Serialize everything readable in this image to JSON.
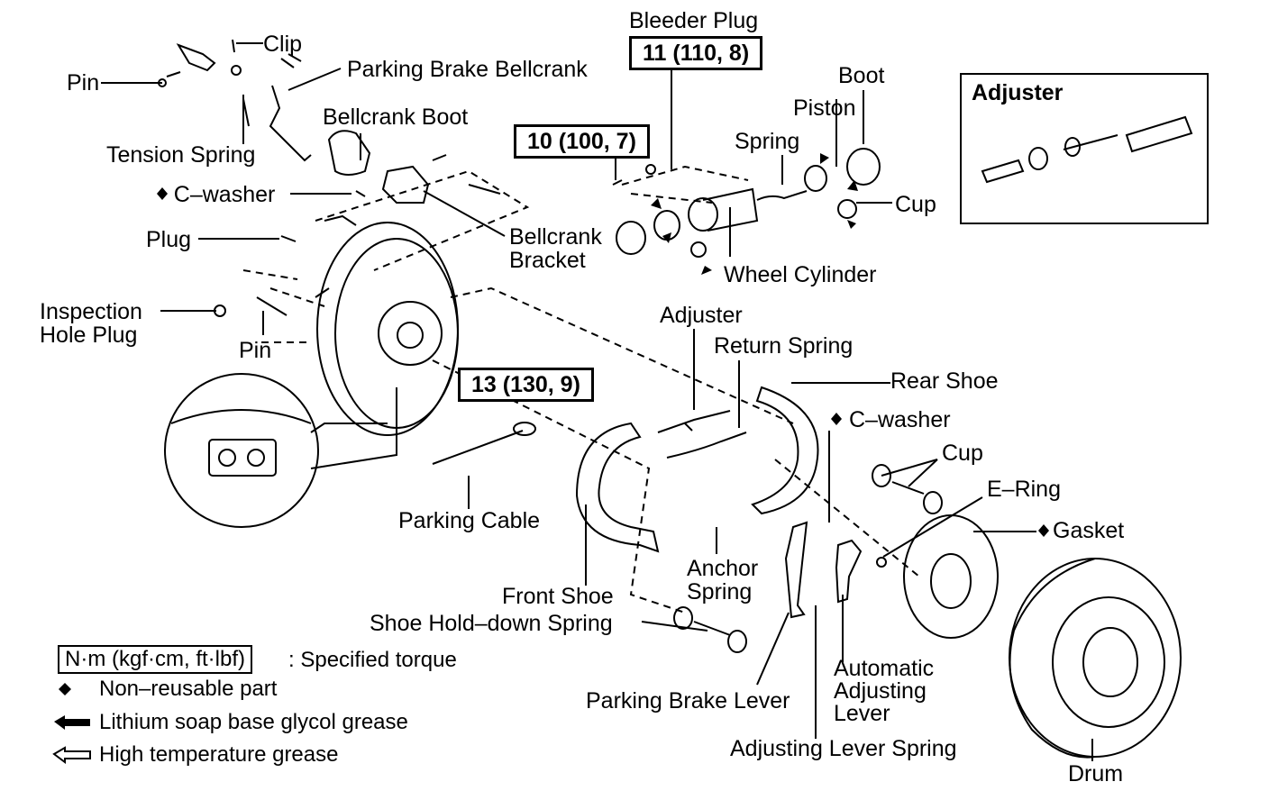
{
  "labels": {
    "clip": "Clip",
    "pin_top": "Pin",
    "parking_brake_bellcrank": "Parking Brake Bellcrank",
    "bellcrank_boot": "Bellcrank Boot",
    "tension_spring": "Tension Spring",
    "c_washer_left": "C–washer",
    "plug": "Plug",
    "bellcrank_bracket": "Bellcrank Bracket",
    "inspection_hole_plug": "Inspection Hole Plug",
    "pin_mid": "Pin",
    "bleeder_plug": "Bleeder Plug",
    "spring_wc": "Spring",
    "piston": "Piston",
    "boot": "Boot",
    "cup_wc": "Cup",
    "wheel_cylinder": "Wheel Cylinder",
    "adjuster_mid": "Adjuster",
    "return_spring": "Return Spring",
    "rear_shoe": "Rear Shoe",
    "c_washer_right": "C–washer",
    "cup_right": "Cup",
    "e_ring": "E–Ring",
    "gasket": "Gasket",
    "parking_cable": "Parking Cable",
    "anchor_spring": "Anchor Spring",
    "front_shoe": "Front Shoe",
    "shoe_hold_down_spring": "Shoe Hold–down Spring",
    "parking_brake_lever": "Parking Brake Lever",
    "automatic_adjusting_lever": "Automatic Adjusting Lever",
    "adjusting_lever_spring": "Adjusting Lever Spring",
    "drum": "Drum"
  },
  "torque": {
    "bleeder": "11 (110, 8)",
    "wheel_cyl": "10 (100, 7)",
    "backing": "13 (130, 9)"
  },
  "inset": {
    "title": "Adjuster"
  },
  "legend": {
    "torque_unit": "N·m (kgf·cm, ft·lbf)",
    "torque_desc": ": Specified torque",
    "non_reusable": "Non–reusable part",
    "lithium": "Lithium soap base glycol grease",
    "high_temp": "High temperature grease"
  },
  "symbols": {
    "non_reusable_mark": "◆"
  },
  "colors": {
    "ink": "#000000",
    "paper": "#ffffff"
  }
}
